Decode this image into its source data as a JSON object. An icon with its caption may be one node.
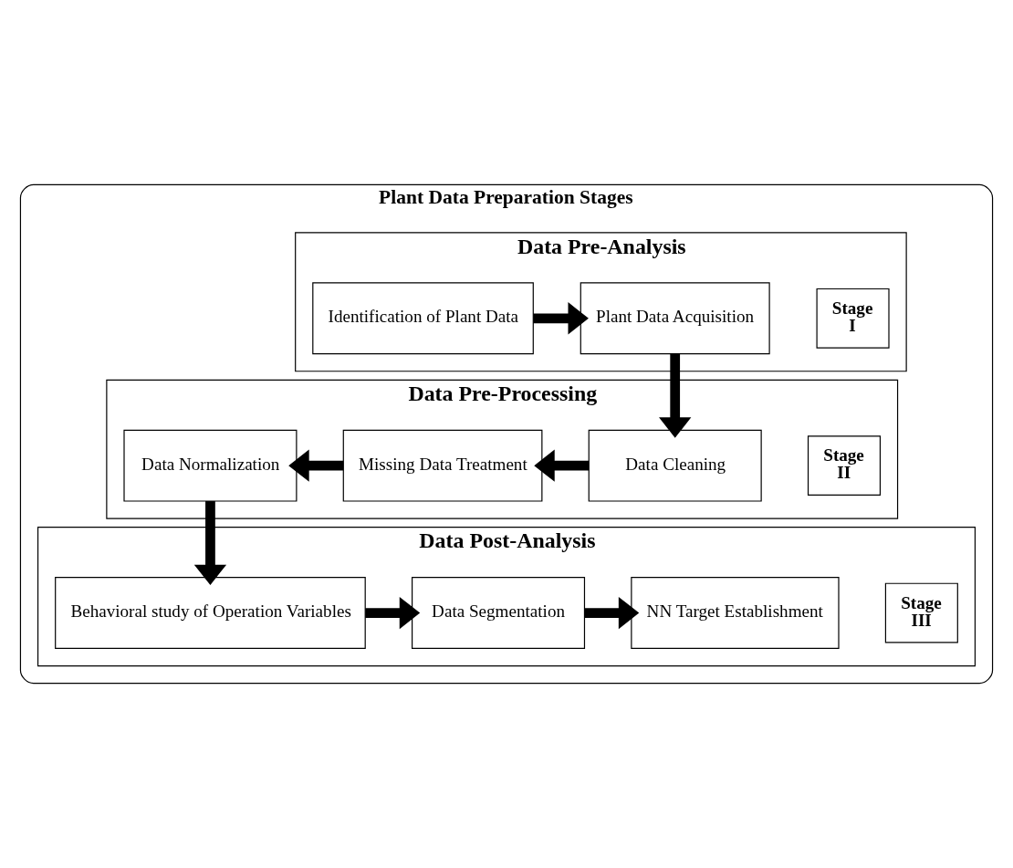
{
  "diagram": {
    "nodes": [
      {
        "text": [
          "Plant Data Preparation Stages"
        ]
      },
      {
        "text": [
          "Data Pre-Analysis"
        ],
        "in": 0
      },
      {
        "text": [
          "Identification of Plant Data"
        ],
        "in": 1
      },
      {
        "text": [
          "Plant Data Acquisition"
        ],
        "in": 1
      },
      {
        "text": [
          "Stage I"
        ],
        "in": 1
      },
      {
        "text": [
          "Data Pre-Processing"
        ],
        "in": 0
      },
      {
        "text": [
          "Data Normalization"
        ],
        "in": 5
      },
      {
        "text": [
          "Missing Data Treatment"
        ],
        "in": 5
      },
      {
        "text": [
          "Data Cleaning"
        ],
        "in": 5
      },
      {
        "text": [
          "Stage II"
        ],
        "in": 5
      },
      {
        "text": [
          "Data Post-Analysis"
        ],
        "in": 0
      },
      {
        "text": [
          "Behavioral study of Operation Variables"
        ],
        "in": 10
      },
      {
        "text": [
          "Data Segmentation"
        ],
        "in": 10
      },
      {
        "text": [
          "NN Target Establishment"
        ],
        "in": 10
      },
      {
        "text": [
          "Stage III"
        ],
        "in": 10
      }
    ],
    "edges": [
      {
        "from": 2,
        "to": 3,
        "arrow": "to"
      },
      {
        "from": 3,
        "to": 8,
        "arrow": "to"
      },
      {
        "from": 8,
        "to": 7,
        "arrow": "to"
      },
      {
        "from": 7,
        "to": 6,
        "arrow": "to"
      },
      {
        "from": 6,
        "to": 11,
        "arrow": "to"
      },
      {
        "from": 11,
        "to": 12,
        "arrow": "to"
      },
      {
        "from": 12,
        "to": 13,
        "arrow": "to"
      }
    ]
  }
}
